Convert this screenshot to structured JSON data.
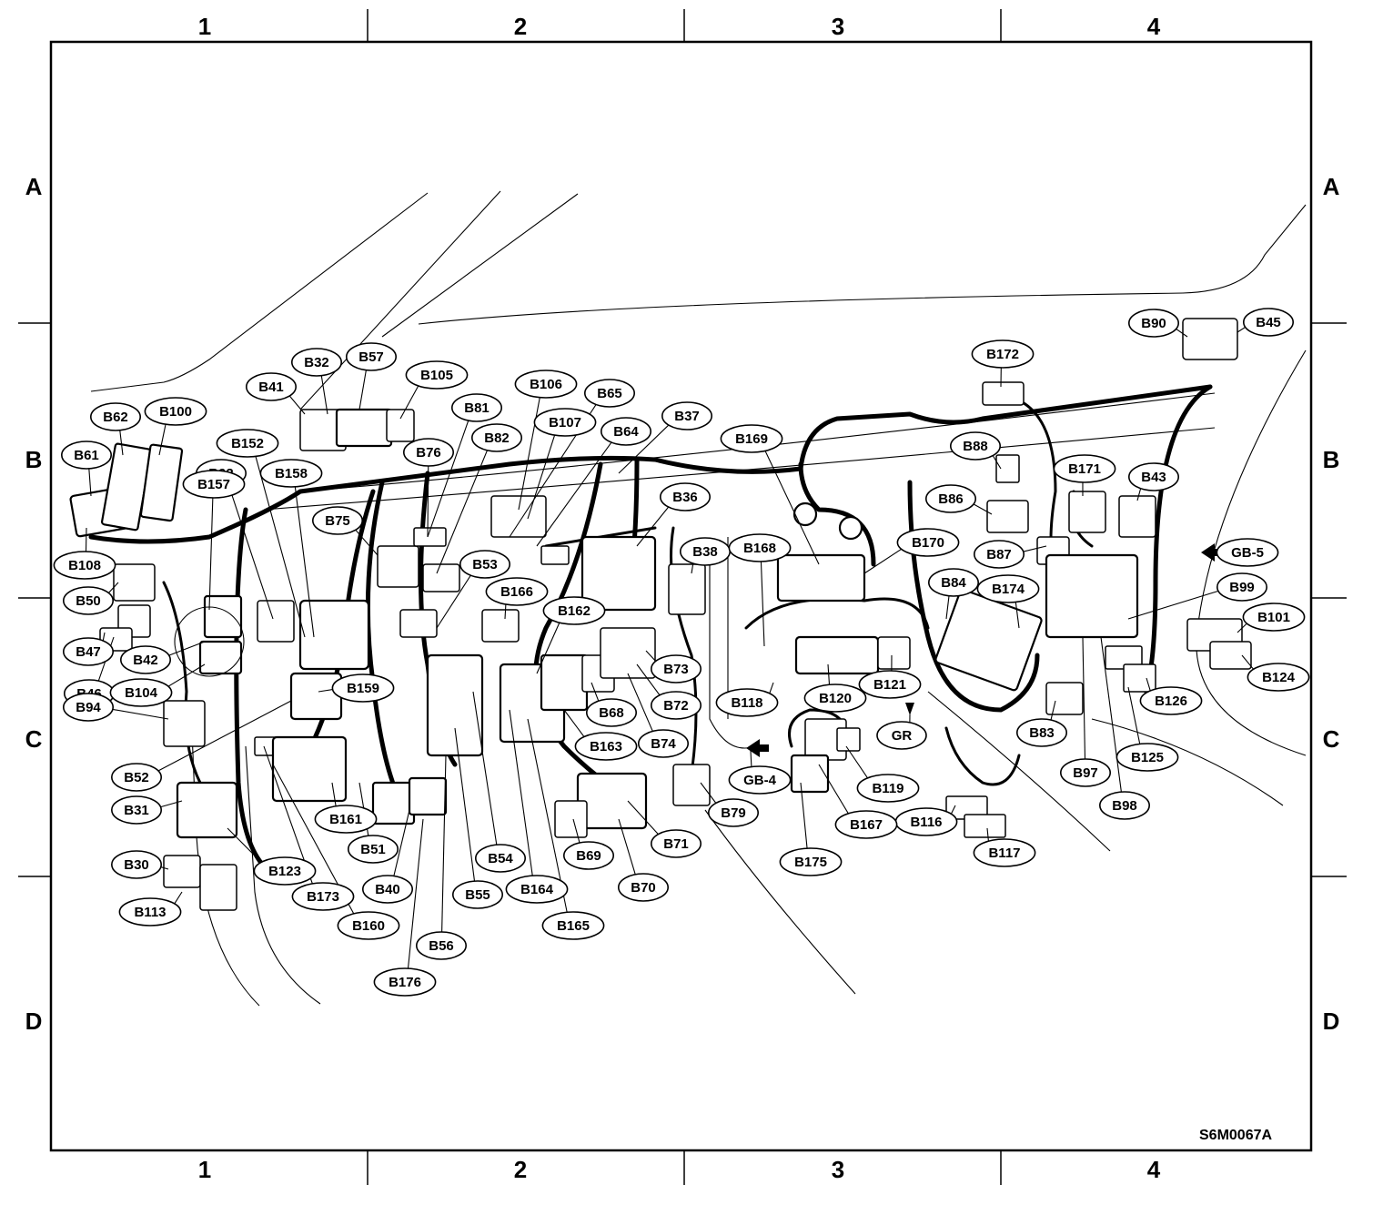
{
  "grid": {
    "columns": [
      "1",
      "2",
      "3",
      "4"
    ],
    "rows": [
      "A",
      "B",
      "C",
      "D"
    ]
  },
  "drawing_code": "S6M0067A",
  "grounds": [
    "GB-4",
    "GB-5",
    "GR"
  ],
  "connectors": [
    "B30",
    "B31",
    "B32",
    "B36",
    "B37",
    "B38",
    "B40",
    "B41",
    "B42",
    "B43",
    "B45",
    "B46",
    "B47",
    "B50",
    "B51",
    "B52",
    "B53",
    "B54",
    "B55",
    "B56",
    "B57",
    "B61",
    "B62",
    "B64",
    "B65",
    "B68",
    "B69",
    "B70",
    "B71",
    "B72",
    "B73",
    "B74",
    "B75",
    "B76",
    "B79",
    "B81",
    "B82",
    "B83",
    "B84",
    "B86",
    "B87",
    "B88",
    "B90",
    "B92",
    "B94",
    "B97",
    "B98",
    "B99",
    "B100",
    "B101",
    "B104",
    "B105",
    "B106",
    "B107",
    "B108",
    "B113",
    "B116",
    "B117",
    "B118",
    "B119",
    "B120",
    "B121",
    "B123",
    "B124",
    "B125",
    "B126",
    "B152",
    "B157",
    "B158",
    "B159",
    "B160",
    "B161",
    "B162",
    "B163",
    "B164",
    "B165",
    "B166",
    "B167",
    "B168",
    "B169",
    "B170",
    "B171",
    "B172",
    "B173",
    "B174",
    "B175",
    "B176"
  ]
}
